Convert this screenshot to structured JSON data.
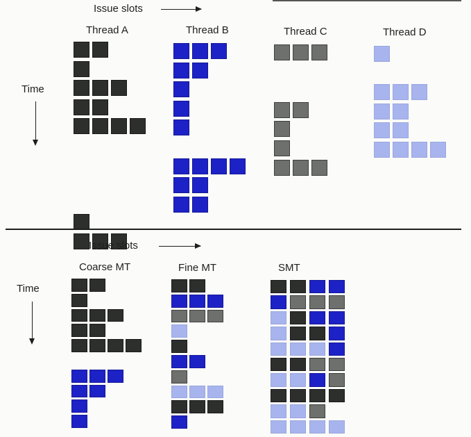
{
  "colors": {
    "A": "#2d2f2d",
    "B": "#1d22c6",
    "C": "#6d706d",
    "D": "#a7b4ee"
  },
  "top": {
    "issue_slots_label": "Issue slots",
    "time_label": "Time",
    "threads": [
      {
        "key": "A",
        "label": "Thread A",
        "rows": [
          "AA..",
          "A...",
          "AAA.",
          "AA..",
          "AAAA",
          "....",
          "....",
          "....",
          "....",
          "A...",
          "AAA."
        ]
      },
      {
        "key": "B",
        "label": "Thread B",
        "rows": [
          "BBB.",
          "BB..",
          "B...",
          "B...",
          "B...",
          "....",
          "BBBB",
          "BB..",
          "BB.."
        ]
      },
      {
        "key": "C",
        "label": "Thread C",
        "rows": [
          "CCC.",
          "....",
          "....",
          "CC..",
          "C...",
          "C...",
          "CCC."
        ]
      },
      {
        "key": "D",
        "label": "Thread D",
        "rows": [
          "D...",
          "....",
          "DDD.",
          "DD..",
          "DD..",
          "DDDD"
        ]
      }
    ]
  },
  "bottom": {
    "issue_slots_label": "Issue slots",
    "time_label": "Time",
    "models": [
      {
        "label": "Coarse MT",
        "rows": [
          "AA..",
          "A...",
          "AAA.",
          "AA..",
          "AAAA",
          "....",
          "BBB.",
          "BB..",
          "B...",
          "B..."
        ]
      },
      {
        "label": "Fine MT",
        "rows": [
          "AA..",
          "BBB.",
          "CCC.",
          "D...",
          "A...",
          "BB..",
          "C...",
          "DDD.",
          "AAA.",
          "B..."
        ]
      },
      {
        "label": "SMT",
        "rows": [
          "AABB",
          "BCCC",
          "DABB",
          "DAAB",
          "DDDB",
          "AACC",
          "DDBC",
          "AAAA",
          "DDC.",
          "DDDD"
        ]
      }
    ]
  }
}
